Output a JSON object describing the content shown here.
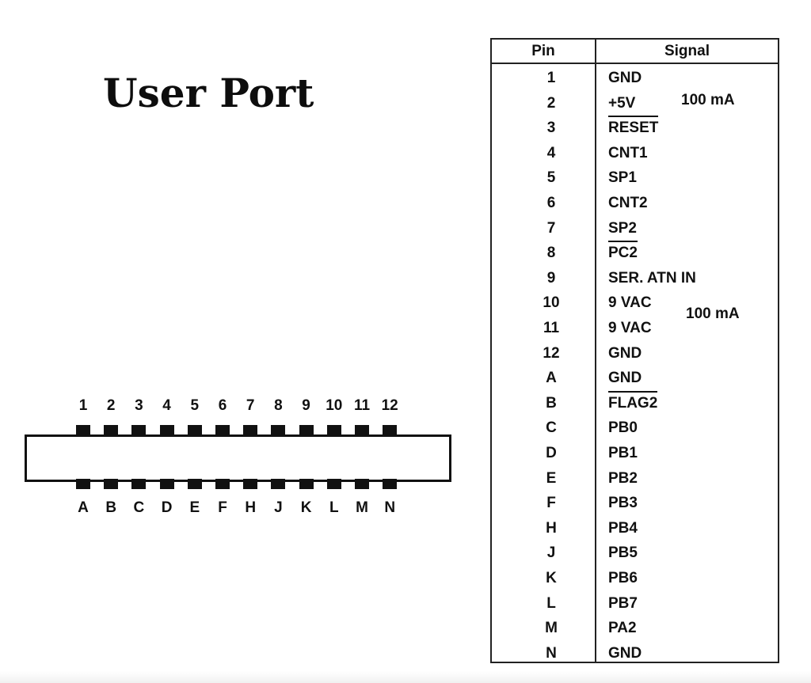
{
  "title": "User Port",
  "connector": {
    "top_pins": [
      "1",
      "2",
      "3",
      "4",
      "5",
      "6",
      "7",
      "8",
      "9",
      "10",
      "11",
      "12"
    ],
    "bottom_pins": [
      "A",
      "B",
      "C",
      "D",
      "E",
      "F",
      "H",
      "J",
      "K",
      "L",
      "M",
      "N"
    ]
  },
  "table": {
    "headers": {
      "pin": "Pin",
      "signal": "Signal"
    },
    "rows": [
      {
        "pin": "1",
        "signal": "GND",
        "overbar": false
      },
      {
        "pin": "2",
        "signal": "+5V",
        "overbar": false
      },
      {
        "pin": "3",
        "signal": "RESET",
        "overbar": true
      },
      {
        "pin": "4",
        "signal": "CNT1",
        "overbar": false
      },
      {
        "pin": "5",
        "signal": "SP1",
        "overbar": false
      },
      {
        "pin": "6",
        "signal": "CNT2",
        "overbar": false
      },
      {
        "pin": "7",
        "signal": "SP2",
        "overbar": false
      },
      {
        "pin": "8",
        "signal": "PC2",
        "overbar": true
      },
      {
        "pin": "9",
        "signal": "SER. ATN IN",
        "overbar": false
      },
      {
        "pin": "10",
        "signal": "9 VAC",
        "overbar": false
      },
      {
        "pin": "11",
        "signal": "9 VAC",
        "overbar": false
      },
      {
        "pin": "12",
        "signal": "GND",
        "overbar": false
      },
      {
        "pin": "A",
        "signal": "GND",
        "overbar": false
      },
      {
        "pin": "B",
        "signal": "FLAG2",
        "overbar": true
      },
      {
        "pin": "C",
        "signal": "PB0",
        "overbar": false
      },
      {
        "pin": "D",
        "signal": "PB1",
        "overbar": false
      },
      {
        "pin": "E",
        "signal": "PB2",
        "overbar": false
      },
      {
        "pin": "F",
        "signal": "PB3",
        "overbar": false
      },
      {
        "pin": "H",
        "signal": "PB4",
        "overbar": false
      },
      {
        "pin": "J",
        "signal": "PB5",
        "overbar": false
      },
      {
        "pin": "K",
        "signal": "PB6",
        "overbar": false
      },
      {
        "pin": "L",
        "signal": "PB7",
        "overbar": false
      },
      {
        "pin": "M",
        "signal": "PA2",
        "overbar": false
      },
      {
        "pin": "N",
        "signal": "GND",
        "overbar": false
      }
    ],
    "notes": {
      "plus5v_current": "100 mA",
      "vac_current": "100 mA"
    }
  }
}
